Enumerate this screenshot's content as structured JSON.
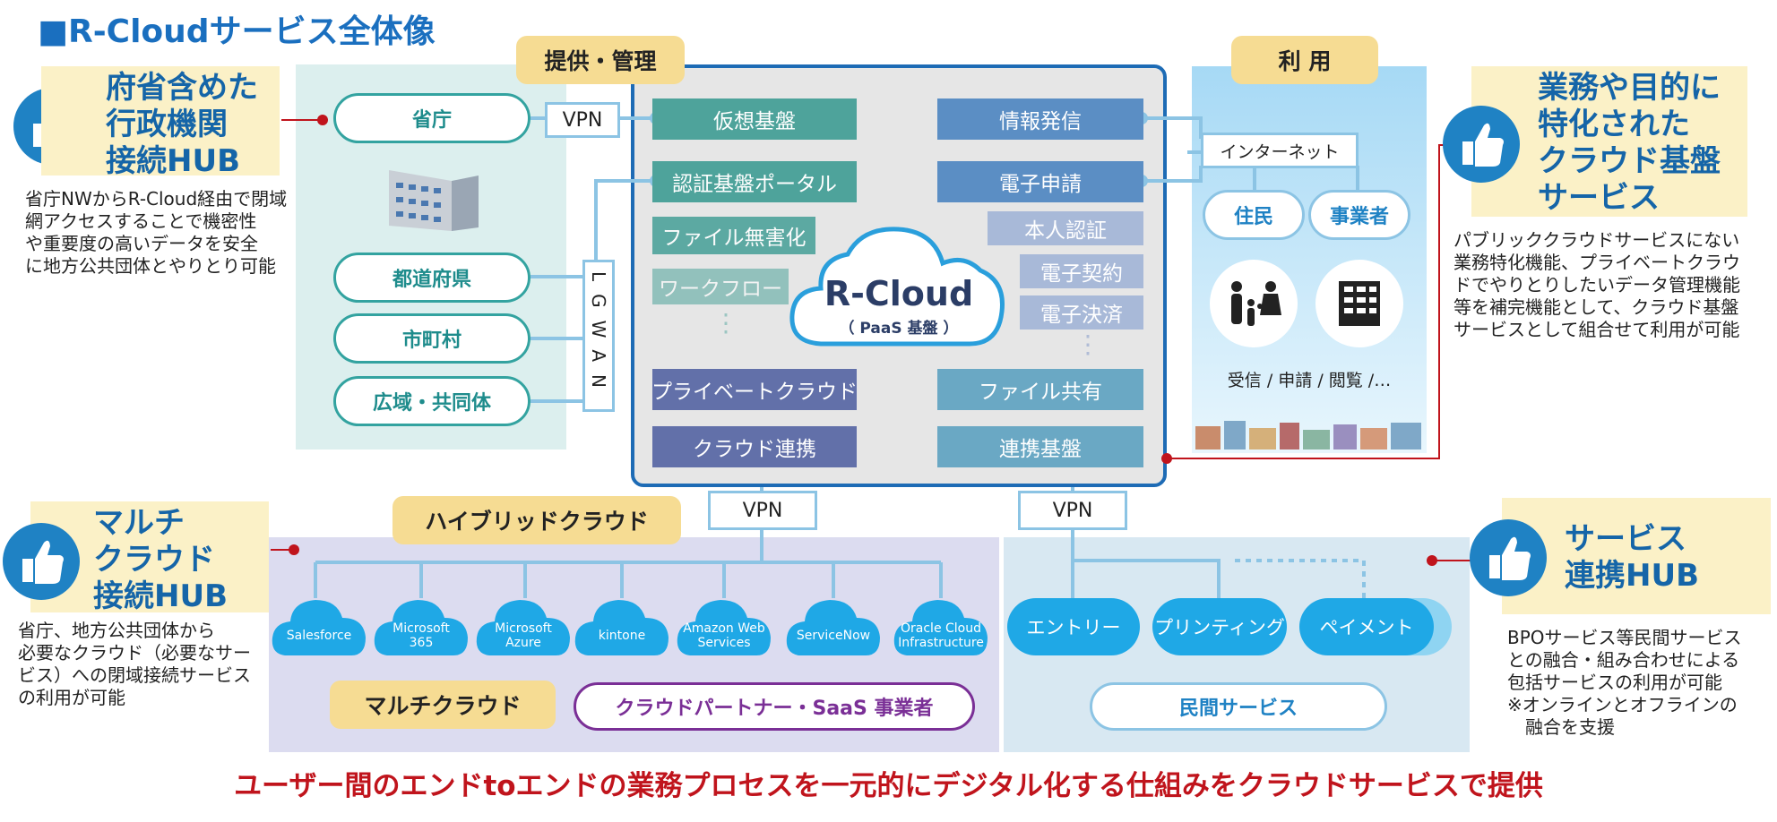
{
  "title": "■R-Cloudサービス全体像",
  "left_top": {
    "hub_title": "府省含めた\n行政機関\n接続HUB",
    "description": "省庁NWからR-Cloud経由で閉域\n網アクセスすることで機密性\nや重要度の高いデータを安全\nに地方公共団体とやりとり可能",
    "nodes": [
      "省庁",
      "都道府県",
      "市町村",
      "広域・共同体"
    ],
    "lgwan": "LGWAN"
  },
  "left_bottom": {
    "hub_title": "マルチ\nクラウド\n接続HUB",
    "description": "省庁、地方公共団体から\n必要なクラウド（必要なサー\nビス）への閉域接続サービス\nの利用が可能"
  },
  "right_top": {
    "hub_title": "業務や目的に\n特化された\nクラウド基盤\nサービス",
    "description": "パブリッククラウドサービスにない\n業務特化機能、プライベートクラウ\nドでやりとりしたいデータ管理機能\n等を補完機能として、クラウド基盤\nサービスとして組合せて利用が可能"
  },
  "right_bottom": {
    "hub_title": "サービス\n連携HUB",
    "description": "BPOサービス等民間サービス\nとの融合・組み合わせによる\n包括サービスの利用が可能\n※オンラインとオフラインの\n　融合を支援"
  },
  "center": {
    "tag": "提供・管理",
    "vpn": "VPN",
    "left_boxes": [
      "仮想基盤",
      "認証基盤ポータル",
      "ファイル無害化",
      "ワークフロー"
    ],
    "right_boxes": [
      "情報発信",
      "電子申請",
      "本人認証",
      "電子契約",
      "電子決済"
    ],
    "bottom_left": [
      "プライベートクラウド",
      "クラウド連携"
    ],
    "bottom_right": [
      "ファイル共有",
      "連携基盤"
    ],
    "cloud_title": "R-Cloud",
    "cloud_sub": "（ PaaS 基盤 ）",
    "dots": "⋮"
  },
  "usage": {
    "tag": "利 用",
    "internet": "インターネット",
    "nodes": [
      "住民",
      "事業者"
    ],
    "caption": "受信 / 申請 / 閲覧 /…"
  },
  "hybrid": {
    "tag": "ハイブリッドクラウド",
    "vpn": "VPN",
    "clouds": [
      "Salesforce",
      "Microsoft\n365",
      "Microsoft\nAzure",
      "kintone",
      "Amazon Web\nServices",
      "ServiceNow",
      "Oracle Cloud\nInfrastructure"
    ],
    "multi_tag": "マルチクラウド",
    "partner": "クラウドパートナー・SaaS 事業者"
  },
  "private": {
    "vpn": "VPN",
    "services": [
      "エントリー",
      "プリンティング",
      "ペイメント"
    ],
    "label": "民間サービス"
  },
  "footer": "ユーザー間のエンドtoエンドの業務プロセスを一元的にデジタル化する仕組みをクラウドサービスで提供",
  "colors": {
    "accent_blue": "#1a6fbf",
    "footer_red": "#c0141c",
    "teal": "#4ea39b"
  }
}
